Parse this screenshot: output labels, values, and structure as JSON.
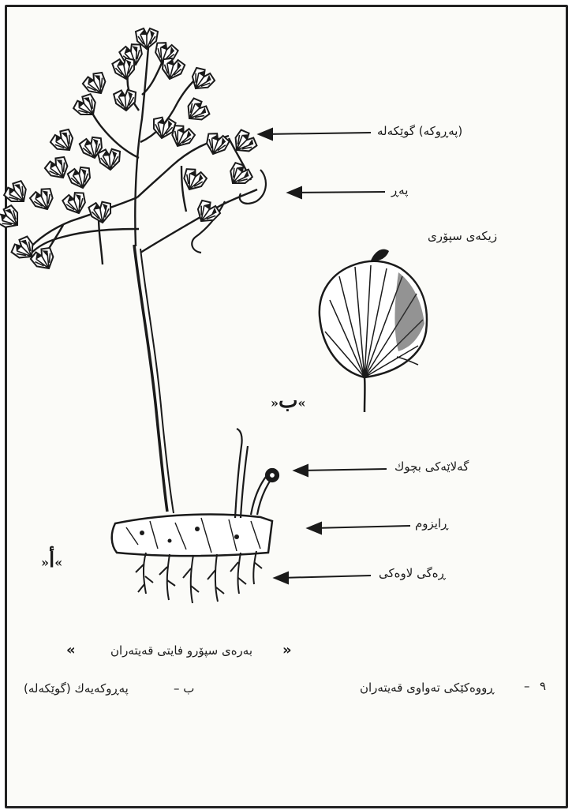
{
  "labels": {
    "prothallus": "(پەڕوكە) گوێکەلە",
    "frond": "پەڕ",
    "spore_sac": "زیکەی سپۆری",
    "young_leaf": "گەلاێەکی بچوك",
    "rhizome": "ڕایزوم",
    "root": "ڕەگی لاوەکی"
  },
  "tags": {
    "a_letter": "أ",
    "b_letter": "ب",
    "open_quote": "«",
    "close_quote": "»"
  },
  "caption": {
    "title": "بەرەی سپۆرو فایتی قەیتەران",
    "open_mark": "»",
    "close_mark": "«"
  },
  "legend": {
    "number": "٩",
    "dash": "–",
    "item_a": "ڕووەکێکی تەواوی قەیتەران",
    "item_b_letter": "ب –",
    "item_b": "پەڕوکەیەك (گوێکەلە)"
  }
}
